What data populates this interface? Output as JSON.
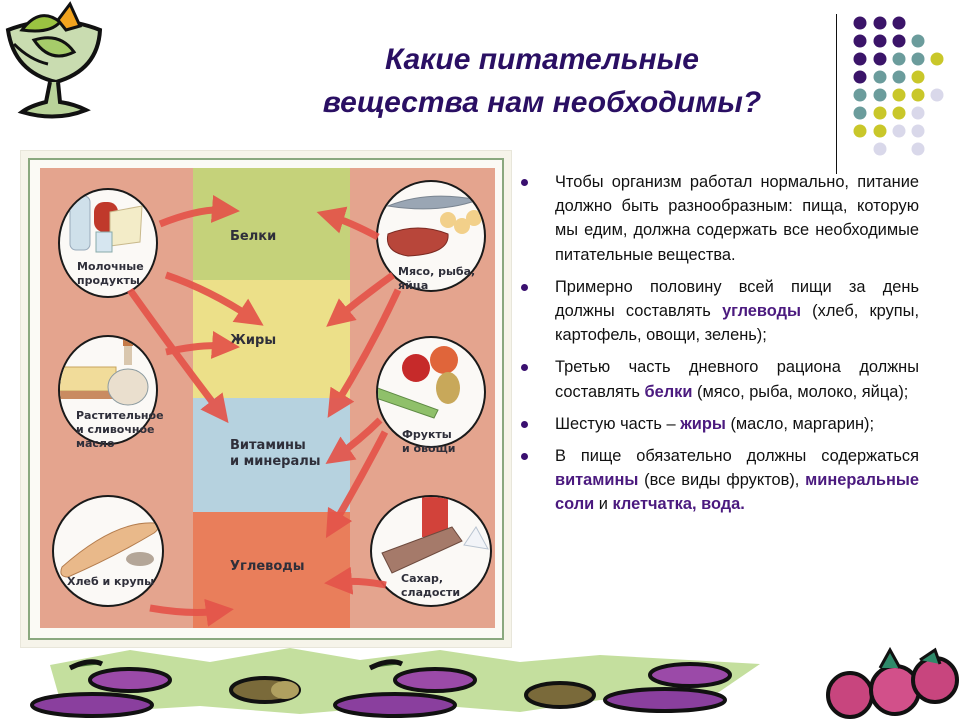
{
  "title": {
    "line1": "Какие питательные",
    "line2": "вещества нам необходимы?"
  },
  "decor": {
    "logo_icon": "cocktail-glass-icon",
    "dot_grid_colors": {
      "purple": "#3b1469",
      "teal": "#6b9c9c",
      "yellow": "#c9c72a",
      "lavender": "#d9d8ea"
    },
    "footer_icons": [
      "plums-border-icon",
      "radishes-icon"
    ]
  },
  "diagram": {
    "nutrients": [
      {
        "label": "Белки",
        "color": "#c5d27a"
      },
      {
        "label": "Жиры",
        "color": "#ece089"
      },
      {
        "label": "Витамины и минералы",
        "line1": "Витамины",
        "line2": "и минералы",
        "color": "#b6d2df"
      },
      {
        "label": "Углеводы",
        "color": "#e97e5b"
      }
    ],
    "sources_left": [
      {
        "line1": "Молочные",
        "line2": "продукты",
        "icon": "dairy-icon"
      },
      {
        "line1": "Растительное",
        "line2": "и сливочное",
        "line3": "масло",
        "icon": "oil-butter-icon"
      },
      {
        "line1": "Хлеб и крупы",
        "icon": "bread-grain-icon"
      }
    ],
    "sources_right": [
      {
        "line1": "Мясо, рыба,",
        "line2": "яйца",
        "icon": "meat-fish-eggs-icon"
      },
      {
        "line1": "Фрукты",
        "line2": "и овощи",
        "icon": "fruits-vegetables-icon"
      },
      {
        "line1": "Сахар,",
        "line2": "сладости",
        "icon": "sugar-sweets-icon"
      }
    ],
    "arrow_color": "#e4544a"
  },
  "bullets": [
    {
      "parts": [
        {
          "text": "Чтобы организм работал нормально, питание должно быть разнообразным: пища, которую мы едим, должна содержать все необходимые питательные вещества.",
          "bold": false
        }
      ]
    },
    {
      "parts": [
        {
          "text": "Примерно половину всей пищи за день должны составлять ",
          "bold": false
        },
        {
          "text": "углеводы",
          "bold": true
        },
        {
          "text": " (хлеб, крупы, картофель, овощи, зелень);",
          "bold": false
        }
      ]
    },
    {
      "parts": [
        {
          "text": "Третью часть дневного рациона должны составлять ",
          "bold": false
        },
        {
          "text": "белки",
          "bold": true
        },
        {
          "text": " (мясо, рыба, молоко, яйца);",
          "bold": false
        }
      ]
    },
    {
      "parts": [
        {
          "text": "Шестую часть – ",
          "bold": false
        },
        {
          "text": "жиры",
          "bold": true
        },
        {
          "text": " (масло, маргарин);",
          "bold": false
        }
      ]
    },
    {
      "parts": [
        {
          "text": "В пище обязательно должны содержаться ",
          "bold": false
        },
        {
          "text": "витамины",
          "bold": true
        },
        {
          "text": " (все виды фруктов), ",
          "bold": false
        },
        {
          "text": "минеральные соли",
          "bold": true
        },
        {
          "text": " и ",
          "bold": false
        },
        {
          "text": "клетчатка, вода.",
          "bold": true
        }
      ]
    }
  ],
  "colors": {
    "title": "#2a0f63",
    "highlight": "#4b1a7f",
    "bullet": "#3a1070"
  }
}
